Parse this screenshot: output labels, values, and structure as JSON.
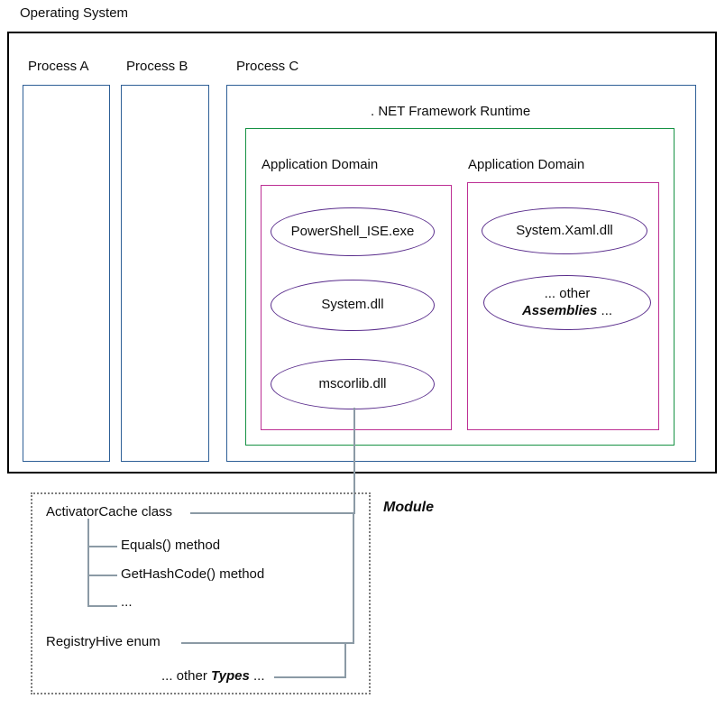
{
  "diagram": {
    "title": "Operating System",
    "os_box_label": "Operating System",
    "processes": [
      {
        "label": "Process A"
      },
      {
        "label": "Process B"
      },
      {
        "label": "Process C"
      }
    ],
    "runtime": {
      "label": ". NET Framework Runtime"
    },
    "app_domains": [
      {
        "label": "Application Domain",
        "assemblies": [
          {
            "name": "PowerShell_ISE.exe"
          },
          {
            "name": "System.dll"
          },
          {
            "name": "mscorlib.dll"
          }
        ]
      },
      {
        "label": "Application Domain",
        "assemblies": [
          {
            "name": "System.Xaml.dll"
          },
          {
            "name_line1": "... other",
            "name_line2_em": "Assemblies",
            "name_line2_tail": " ..."
          }
        ]
      }
    ],
    "module": {
      "title": "Module",
      "entries": [
        {
          "label": "ActivatorCache class"
        },
        {
          "label": "Equals() method"
        },
        {
          "label": "GetHashCode() method"
        },
        {
          "label": "..."
        },
        {
          "label": "RegistryHive enum"
        }
      ],
      "other_types": {
        "prefix": "... other ",
        "em": "Types",
        "suffix": " ..."
      }
    },
    "colors": {
      "os_border": "#000000",
      "process_border": "#2e5f96",
      "runtime_border": "#169244",
      "appdomain_border": "#bd2f94",
      "assembly_border": "#5a2d8c",
      "connector": "#8b9aa5",
      "module_border": "#7d7d7d",
      "text": "#0d0d0d"
    }
  }
}
